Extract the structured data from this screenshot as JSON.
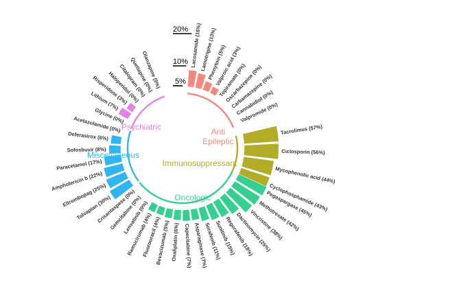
{
  "chart_data": {
    "type": "bar",
    "subtype": "circular-grouped",
    "scale_labels": [
      "20%",
      "10%",
      "5%"
    ],
    "scale_values": [
      20,
      10,
      5
    ],
    "groups": [
      {
        "name": "Anti\nEpileptic",
        "color": "#f4887f",
        "items": [
          {
            "label": "Lacosamide (16%)",
            "value": 16
          },
          {
            "label": "Lamotrigine (13%)",
            "value": 13
          },
          {
            "label": "Phenytoin (5%)",
            "value": 5
          },
          {
            "label": "Valproic acid (3%)",
            "value": 3
          },
          {
            "label": "Topiramate (0%)",
            "value": 0
          },
          {
            "label": "Oxcarbazepine (0%)",
            "value": 0
          },
          {
            "label": "Carbamazepine (0%)",
            "value": 0
          },
          {
            "label": "Cannabidiol (0%)",
            "value": 0
          },
          {
            "label": "Valpromide (0%)",
            "value": 0
          }
        ]
      },
      {
        "name": "Immunosuppressant",
        "color": "#b2ac28",
        "items": [
          {
            "label": "Tacrolimus (57%)",
            "value": 57
          },
          {
            "label": "Ciclosporin (56%)",
            "value": 56
          },
          {
            "label": "Mycophenolic acid (44%)",
            "value": 44
          },
          {
            "label": "Cyclophosphamide (43%)",
            "value": 43
          }
        ]
      },
      {
        "name": "Oncologic",
        "color": "#35cf8f",
        "items": [
          {
            "label": "Pegaspargase (45%)",
            "value": 45
          },
          {
            "label": "Methotrexate (42%)",
            "value": 42
          },
          {
            "label": "Vincristine (38%)",
            "value": 38
          },
          {
            "label": "Dactinomycin (25%)",
            "value": 25
          },
          {
            "label": "Regorafenib (18%)",
            "value": 18
          },
          {
            "label": "Sunitinib (15%)",
            "value": 15
          },
          {
            "label": "Sorafenib (11%)",
            "value": 11
          },
          {
            "label": "Asparaginase (7%)",
            "value": 7
          },
          {
            "label": "Capecitabine (7%)",
            "value": 7
          },
          {
            "label": "Oxaliplatin (6%)",
            "value": 6
          },
          {
            "label": "Bevacizumab (5%)",
            "value": 5
          },
          {
            "label": "Fluorouracil (4%)",
            "value": 4
          },
          {
            "label": "Ramucirumab (4%)",
            "value": 4
          },
          {
            "label": "Lenvatinib (0%)",
            "value": 0
          },
          {
            "label": "Gemcitabine (0%)",
            "value": 0
          },
          {
            "label": "Crisantaspase (0%)",
            "value": 0
          }
        ]
      },
      {
        "name": "Miscellaneous",
        "color": "#2fb6f0",
        "items": [
          {
            "label": "Tolvaptan (30%)",
            "value": 30
          },
          {
            "label": "Eltrombopag (25%)",
            "value": 25
          },
          {
            "label": "Amphotericin b (22%)",
            "value": 22
          },
          {
            "label": "Paracetamol (17%)",
            "value": 17
          },
          {
            "label": "Sofosbuvir (8%)",
            "value": 8
          },
          {
            "label": "Deferasirox (6%)",
            "value": 6
          },
          {
            "label": "Acetazolamide (0%)",
            "value": 0
          }
        ]
      },
      {
        "name": "Psychiatric",
        "color": "#e77fe9",
        "items": [
          {
            "label": "Glycine (0%)",
            "value": 0
          },
          {
            "label": "Lithium (7%)",
            "value": 7
          },
          {
            "label": "Risperidone (3%)",
            "value": 3
          },
          {
            "label": "Haloperidol (0%)",
            "value": 0
          },
          {
            "label": "Citalopram (0%)",
            "value": 0
          },
          {
            "label": "Quetiapine (0%)",
            "value": 0
          },
          {
            "label": "Olanzapine (0%)",
            "value": 0
          }
        ]
      }
    ]
  }
}
